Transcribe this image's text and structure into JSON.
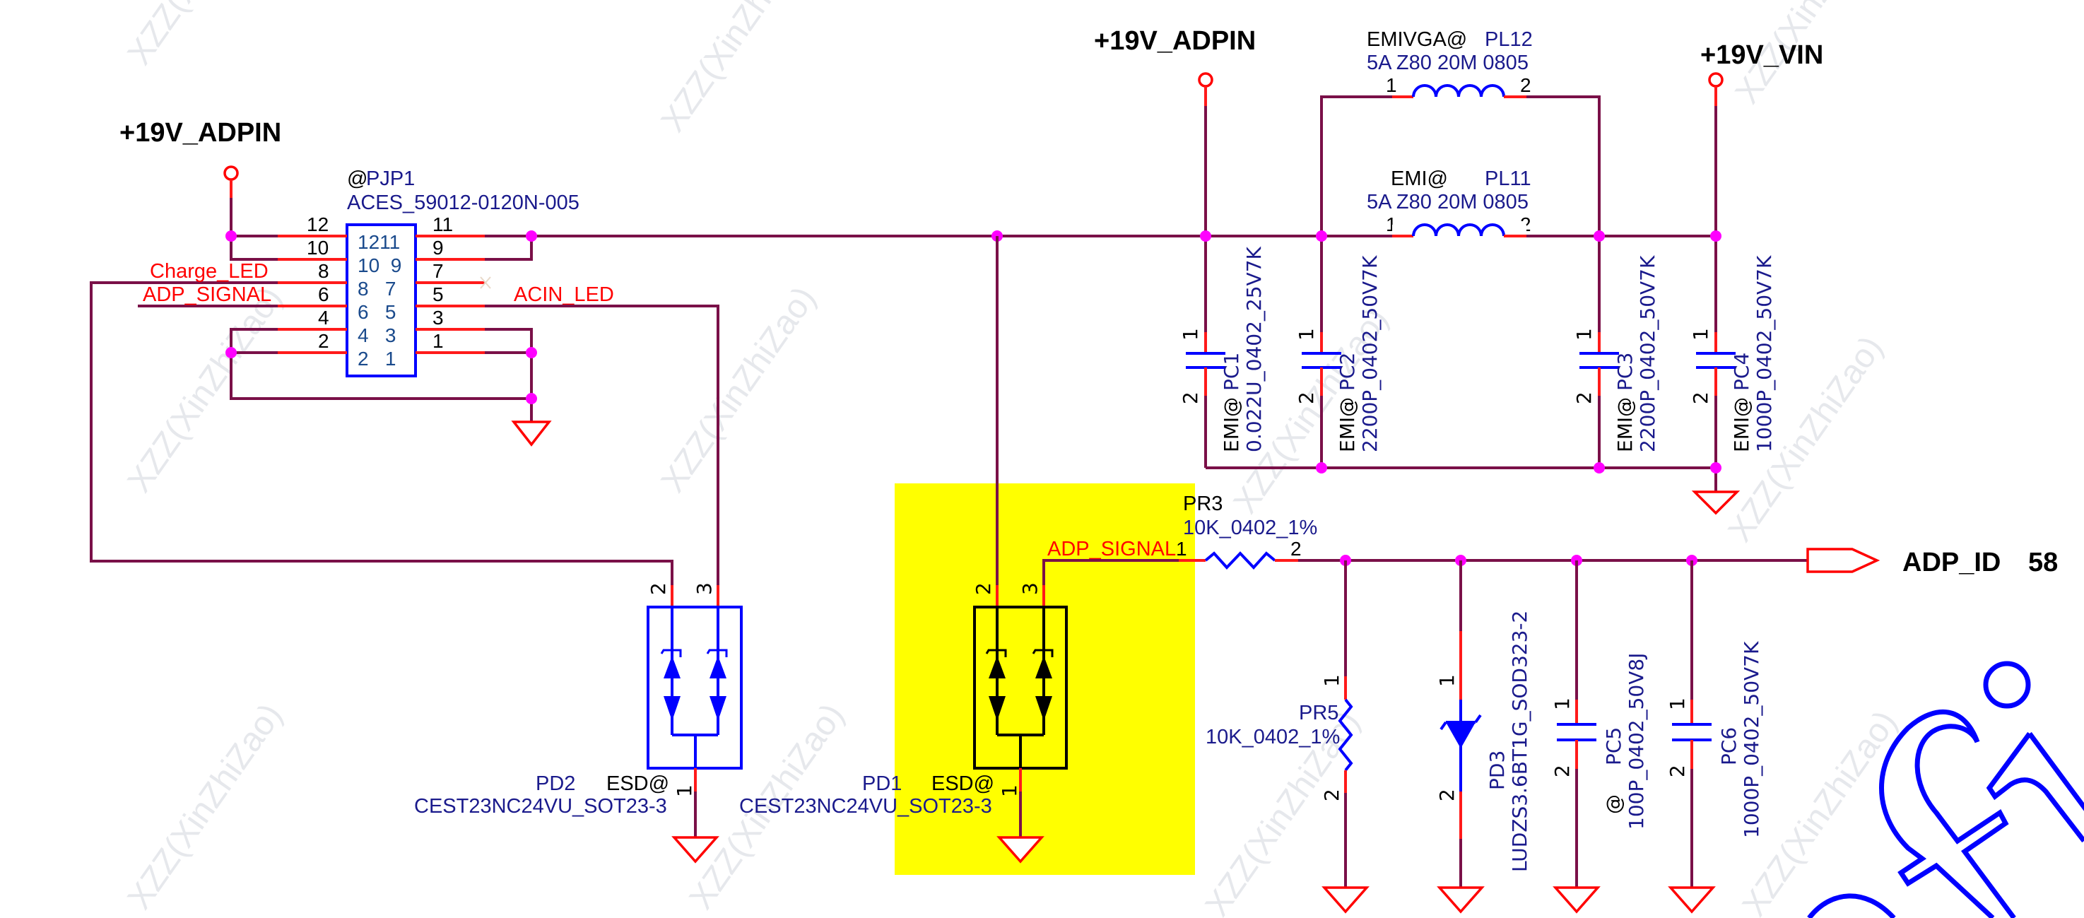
{
  "schematic": {
    "highlight_color": "#ffff00",
    "colors": {
      "wire": "#7a1048",
      "pin": "#ff1a1a",
      "component": "#0000ff",
      "junction": "#ff00ff",
      "net_label": "#ff0000",
      "refdes": "#1a1a8c"
    },
    "power_nets": {
      "adpin_left": "+19V_ADPIN",
      "adpin_top": "+19V_ADPIN",
      "vin": "+19V_VIN"
    },
    "connector": {
      "attr": "@",
      "refdes": "PJP1",
      "part": "ACES_59012-0120N-005",
      "left_pins_outer": [
        "12",
        "10",
        "8",
        "6",
        "4",
        "2"
      ],
      "right_pins_outer": [
        "11",
        "9",
        "7",
        "5",
        "3",
        "1"
      ],
      "inner_rows": [
        "1211",
        "10  9",
        "8   7",
        "6   5",
        "4   3",
        "2   1"
      ],
      "nets": {
        "pin8": "Charge_LED",
        "pin6": "ADP_SIGNAL",
        "pin5": "ACIN_LED"
      }
    },
    "inductors": [
      {
        "attr": "EMIVGA@",
        "refdes": "PL12",
        "value": "5A Z80 20M 0805",
        "pin1": "1",
        "pin2": "2"
      },
      {
        "attr": "EMI@",
        "refdes": "PL11",
        "value": "5A Z80 20M 0805",
        "pin1": "1",
        "pin2": "2"
      }
    ],
    "filter_caps": [
      {
        "attr": "EMI@",
        "refdes": "PC1",
        "value": "0.022U_0402_25V7K",
        "pin1": "1",
        "pin2": "2"
      },
      {
        "attr": "EMI@",
        "refdes": "PC2",
        "value": "2200P_0402_50V7K",
        "pin1": "1",
        "pin2": "2"
      },
      {
        "attr": "EMI@",
        "refdes": "PC3",
        "value": "2200P_0402_50V7K",
        "pin1": "1",
        "pin2": "2"
      },
      {
        "attr": "EMI@",
        "refdes": "PC4",
        "value": "1000P_0402_50V7K",
        "pin1": "1",
        "pin2": "2"
      }
    ],
    "pr3": {
      "refdes": "PR3",
      "value": "10K_0402_1%",
      "pin1": "1",
      "pin2": "2",
      "net_in": "ADP_SIGNAL"
    },
    "output": {
      "net": "ADP_ID",
      "page_ref": "58"
    },
    "pr5": {
      "refdes": "PR5",
      "value": "10K_0402_1%",
      "pin1": "1",
      "pin2": "2"
    },
    "pd3": {
      "refdes": "PD3",
      "value": "LUDZS3.6BT1G_SOD323-2",
      "pin1": "1",
      "pin2": "2"
    },
    "pc5": {
      "attr": "@",
      "refdes": "PC5",
      "value": "100P_0402_50V8J",
      "pin1": "1",
      "pin2": "2"
    },
    "pc6": {
      "refdes": "PC6",
      "value": "1000P_0402_50V7K",
      "pin1": "1",
      "pin2": "2"
    },
    "pd2": {
      "refdes": "PD2",
      "attr": "ESD@",
      "value": "CEST23NC24VU_SOT23-3",
      "pin1": "1",
      "pin2": "2",
      "pin3": "3"
    },
    "pd1": {
      "refdes": "PD1",
      "attr": "ESD@",
      "value": "CEST23NC24VU_SOT23-3",
      "pin1": "1",
      "pin2": "2",
      "pin3": "3"
    },
    "watermark": "XZZ(XinZhiZao)"
  }
}
